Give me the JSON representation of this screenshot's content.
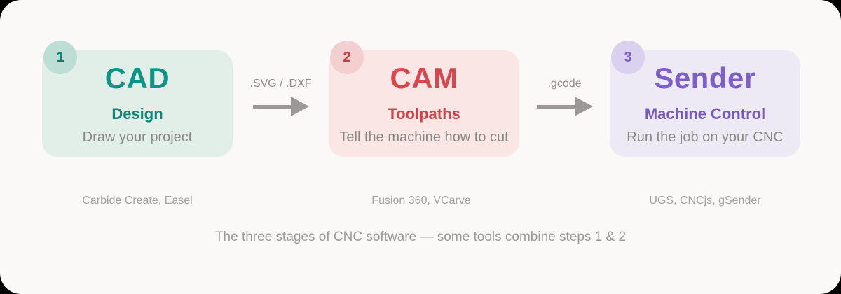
{
  "diagram": {
    "caption": "The three stages of CNC software — some tools combine steps 1 & 2",
    "background_color": "#fbf9f7",
    "outer_color": "#000000",
    "arrow_color": "#9b9895"
  },
  "stages": [
    {
      "number": "1",
      "title": "CAD",
      "subtitle": "Design",
      "description": "Draw your project",
      "tools": "Carbide Create, Easel",
      "colors": {
        "card_bg": "#e2efe9",
        "badge_bg": "#bcded5",
        "badge_text": "#107c70",
        "title": "#0e9486",
        "subtitle": "#128578",
        "description": "#8a8886"
      }
    },
    {
      "number": "2",
      "title": "CAM",
      "subtitle": "Toolpaths",
      "description": "Tell the machine how to cut",
      "tools": "Fusion 360, VCarve",
      "colors": {
        "card_bg": "#fae6e5",
        "badge_bg": "#f4cfd0",
        "badge_text": "#c23b43",
        "title": "#da464d",
        "subtitle": "#cf4349",
        "description": "#8a8886"
      }
    },
    {
      "number": "3",
      "title": "Sender",
      "subtitle": "Machine Control",
      "description": "Run the job on your CNC",
      "tools": "UGS, CNCjs, gSender",
      "colors": {
        "card_bg": "#edeaf6",
        "badge_bg": "#d9d1ee",
        "badge_text": "#7a5bc5",
        "title": "#7e5fc9",
        "subtitle": "#7859c4",
        "description": "#8a8886"
      }
    }
  ],
  "arrows": [
    {
      "label": ".SVG / .DXF"
    },
    {
      "label": ".gcode"
    }
  ]
}
